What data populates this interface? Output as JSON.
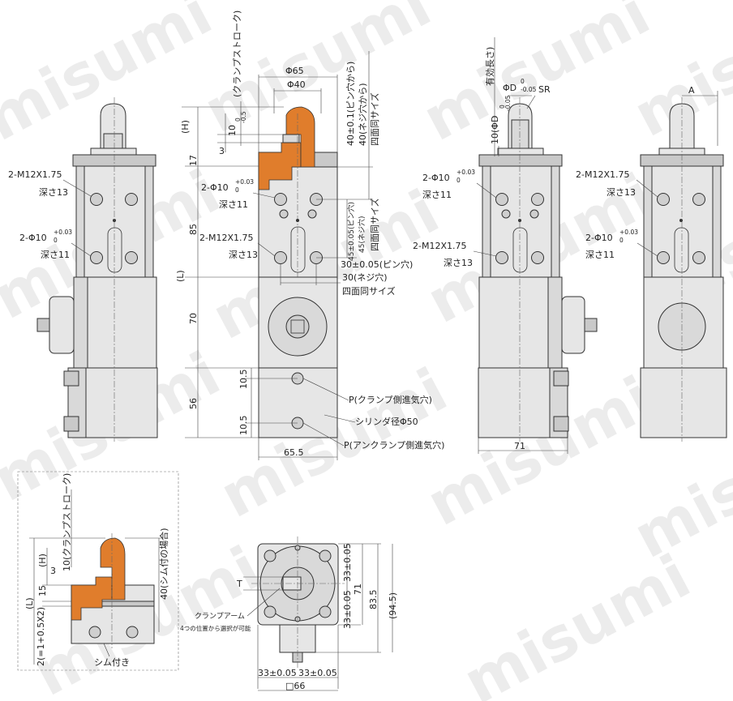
{
  "watermark": "misumi",
  "front_view": {
    "dim_phi65": "Φ65",
    "dim_phi40": "Φ40",
    "clamp_stroke": "(クランプストローク)",
    "dim_h": "(H)",
    "dim_10": "10",
    "dim_10_tol_top": "0",
    "dim_10_tol_bot": "-0.5",
    "dim_3": "3",
    "dim_17": "17",
    "dim_85": "85",
    "dim_70": "70",
    "dim_56": "56",
    "dim_l": "(L)",
    "dim_10_5_a": "10.5",
    "dim_10_5_b": "10.5",
    "dim_65_5": "65.5",
    "hole_pin_label": "2-Φ10",
    "hole_pin_tol_top": "+0.03",
    "hole_pin_tol_bot": "0",
    "depth_11": "深さ11",
    "tap_label": "2-M12X1.75",
    "depth_13": "深さ13",
    "v_40_pin": "40±0.1(ピン穴から)",
    "v_40_screw": "40(ネジ穴から)",
    "v_same4_a": "四面同サイズ",
    "v_45_pin": "45±0.05(ピン穴)",
    "v_45_screw": "45(ネジ穴)",
    "v_same4_b": "四面同サイズ",
    "h_30_pin": "30±0.05(ピン穴)",
    "h_30_screw": "30(ネジ穴)",
    "h_same4": "四面同サイズ",
    "port_p_clamp": "P(クランプ側進気穴)",
    "cyl_bore": "シリンダ径Φ50",
    "port_p_unclamp": "P(アンクランプ側進気穴)"
  },
  "side_view_left": {
    "tap_label": "2-M12X1.75",
    "depth_13": "深さ13",
    "hole_pin_label": "2-Φ10",
    "hole_pin_tol_top": "+0.03",
    "hole_pin_tol_bot": "0",
    "depth_11": "深さ11"
  },
  "side_view_right": {
    "hole_pin_label": "2-Φ10",
    "hole_pin_tol_top": "+0.03",
    "hole_pin_tol_bot": "0",
    "depth_11": "深さ11",
    "tap_label": "2-M12X1.75",
    "depth_13": "深さ13",
    "dim_phi_d": "ΦD",
    "dim_phi_d_tol_top": "0",
    "dim_phi_d_tol_bot": "-0.05",
    "dim_sr": "SR",
    "dim_10_phi_d": "10(ΦD",
    "dim_10_phi_d_tol_top": "0",
    "dim_10_phi_d_tol_bot": "-0.05",
    "effective_len": "有効長さ)",
    "dim_71": "71"
  },
  "rear_view": {
    "dim_a": "A",
    "tap_label": "2-M12X1.75",
    "depth_13": "深さ13",
    "hole_pin_label": "2-Φ10",
    "hole_pin_tol_top": "+0.03",
    "hole_pin_tol_bot": "0",
    "depth_11": "深さ11"
  },
  "shim_detail": {
    "clamp_stroke": "10(クランプストローク)",
    "dim_h": "(H)",
    "dim_3": "3",
    "dim_15": "15",
    "dim_l": "(L)",
    "dim_2": "2(=1+0.5X2)",
    "with_shim": "40(シム付の場合)",
    "caption": "シム付き"
  },
  "top_view": {
    "dim_t": "T",
    "clamp_arm": "クランプアーム",
    "arm_note": "4つの位置から選択が可能",
    "dim_33_a": "33±0.05",
    "dim_33_b": "33±0.05",
    "dim_71": "71",
    "dim_83_5": "83.5",
    "dim_94_5": "(94.5)",
    "dim_33_c": "33±0.05",
    "dim_33_d": "33±0.05",
    "dim_66": "□66"
  }
}
